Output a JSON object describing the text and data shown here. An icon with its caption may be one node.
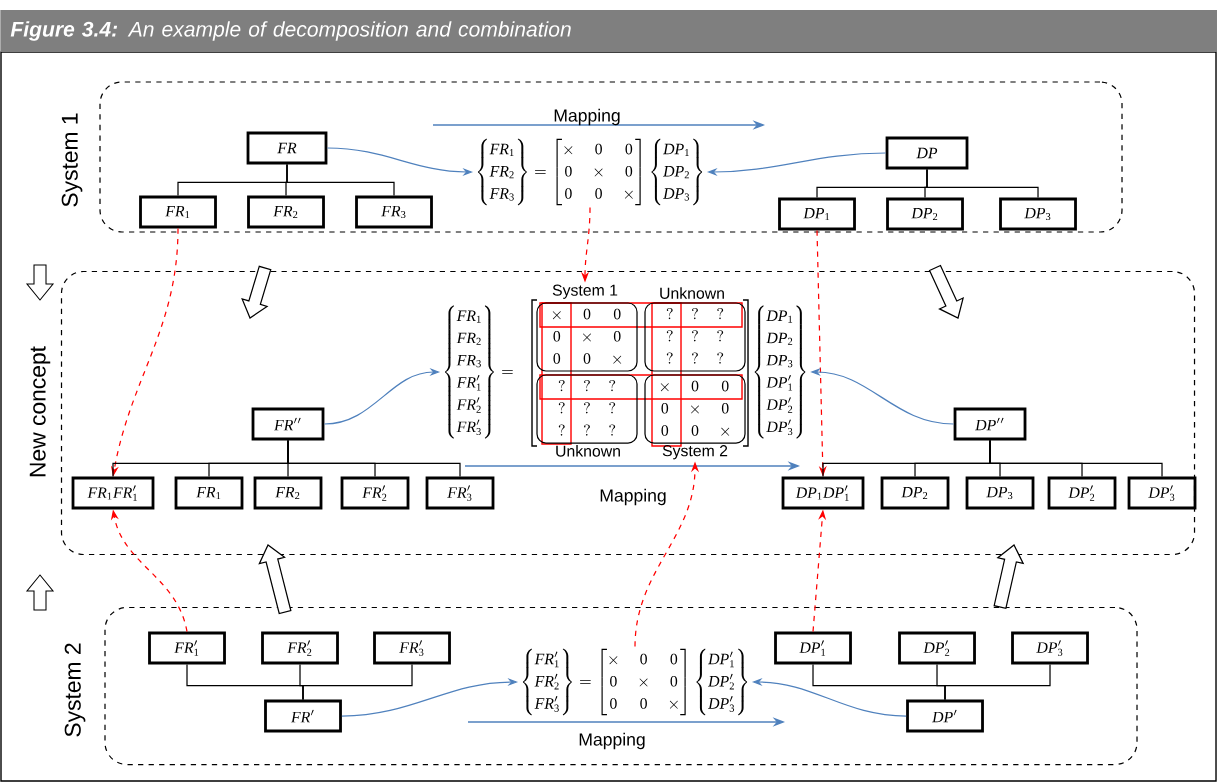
{
  "diagram": {
    "title": "**Figure 3.4:** An example of decomposition and combination",
    "nodes": [
      {
        "text": [
          "System 1"
        ]
      },
      {
        "text": [
          "FR"
        ],
        "in": 0
      },
      {
        "text": [
          "\\begin{Bmatrix}FR_1\\\\FR_2\\\\FR_3\\end{Bmatrix}=\\begin{bmatrix}\\times&0&0\\\\0&\\times&0\\\\0&0&\\times\\end{bmatrix}\\begin{Bmatrix}DP_1\\\\DP_2\\\\DP_3\\end{Bmatrix}"
        ],
        "in": 0
      },
      {
        "text": [
          "DP"
        ],
        "in": 0
      },
      {
        "text": [
          "FR_1"
        ],
        "in": 0
      },
      {
        "text": [
          "FR_2"
        ],
        "in": 0
      },
      {
        "text": [
          "FR_3"
        ],
        "in": 0
      },
      {
        "text": [
          "DP_1"
        ],
        "in": 0
      },
      {
        "text": [
          "DP_2"
        ],
        "in": 0
      },
      {
        "text": [
          "DP_3"
        ],
        "in": 0
      },
      {
        "text": [
          "New concept"
        ]
      },
      {
        "text": [
          "\\left\\{\\begin{matrix}FR_1\\\\FR_2\\\\FR_3\\\\FR'_1\\\\FR'_2\\\\FR'_3\\end{matrix}\\right\\}="
        ],
        "in": 10
      },
      {
        "text": [
          "\\begin{matrix}\\times&0&0\\\\0&\\times&0\\\\0&0&\\times\\end{matrix}"
        ],
        "beside": [
          "System 1"
        ],
        "in": 10
      },
      {
        "text": [
          "\\begin{matrix}?&?&?\\\\?&?&?\\\\?&?&?\\end{matrix}"
        ],
        "beside": [
          "Unknown"
        ],
        "in": 10
      },
      {
        "text": [
          "\\begin{matrix}?&?&?\\\\?&?&?\\\\?&?&?\\end{matrix}"
        ],
        "beside": [
          "Unknown"
        ],
        "in": 10
      },
      {
        "text": [
          "\\begin{matrix}\\times&0&0\\\\0&\\times&0\\\\0&0&\\times\\end{matrix}"
        ],
        "beside": [
          "System 2"
        ],
        "in": 10
      },
      {
        "text": [
          "\\left\\{\\begin{matrix}DP_1\\\\DP_2\\\\DP_3\\\\DP'_1\\\\DP'_2\\\\DP'_3\\end{matrix}\\right\\}"
        ],
        "in": 10
      },
      {
        "text": [
          "FR''"
        ],
        "in": 10
      },
      {
        "text": [
          "DP''"
        ],
        "in": 10
      },
      {
        "text": [
          "FR_1FR'_1"
        ],
        "in": 10
      },
      {
        "text": [
          "FR_1"
        ],
        "in": 10
      },
      {
        "text": [
          "FR_2"
        ],
        "in": 10
      },
      {
        "text": [
          "FR'_2"
        ],
        "in": 10
      },
      {
        "text": [
          "FR'_3"
        ],
        "in": 10
      },
      {
        "text": [
          "DP_1DP'_1"
        ],
        "in": 10
      },
      {
        "text": [
          "DP_2"
        ],
        "in": 10
      },
      {
        "text": [
          "DP_3"
        ],
        "in": 10
      },
      {
        "text": [
          "DP'_2"
        ],
        "in": 10
      },
      {
        "text": [
          "DP'_3"
        ],
        "in": 10
      },
      {
        "text": [
          "System 2"
        ]
      },
      {
        "text": [
          "FR'_1"
        ],
        "in": 29
      },
      {
        "text": [
          "FR'_2"
        ],
        "in": 29
      },
      {
        "text": [
          "FR'_3"
        ],
        "in": 29
      },
      {
        "text": [
          "\\begin{Bmatrix}FR'_1\\\\FR'_2\\\\FR'_3\\end{Bmatrix}=\\begin{bmatrix}\\times&0&0\\\\0&\\times&0\\\\0&0&\\times\\end{bmatrix}\\begin{Bmatrix}DP'_1\\\\DP'_2\\\\DP'_3\\end{Bmatrix}"
        ],
        "in": 29
      },
      {
        "text": [
          "DP'_1"
        ],
        "in": 29
      },
      {
        "text": [
          "DP'_2"
        ],
        "in": 29
      },
      {
        "text": [
          "DP'_3"
        ],
        "in": 29
      },
      {
        "text": [
          "FR'"
        ],
        "in": 29
      },
      {
        "text": [
          "DP'"
        ],
        "in": 29
      }
    ],
    "edges": [
      {
        "from": 1,
        "to": 4,
        "arrow": "none"
      },
      {
        "from": 1,
        "to": 5,
        "arrow": "none"
      },
      {
        "from": 1,
        "to": 6,
        "arrow": "none"
      },
      {
        "from": 3,
        "to": 7,
        "arrow": "none"
      },
      {
        "from": 3,
        "to": 8,
        "arrow": "none"
      },
      {
        "from": 3,
        "to": 9,
        "arrow": "none"
      },
      {
        "from": 1,
        "to": 2,
        "arrow": "to",
        "color": "#4f81bd"
      },
      {
        "from": 3,
        "to": 2,
        "arrow": "to",
        "color": "#4f81bd"
      },
      {
        "from": 0,
        "to": 10,
        "arrow": "to"
      },
      {
        "from": 0,
        "to": 10,
        "arrow": "to"
      },
      {
        "from": 2,
        "to": 12,
        "arrow": "to",
        "style": "dashed",
        "color": "#ff0000"
      },
      {
        "from": 4,
        "to": 19,
        "arrow": "to",
        "style": "dashed",
        "color": "#ff0000"
      },
      {
        "from": 7,
        "to": 24,
        "arrow": "to",
        "style": "dashed",
        "color": "#ff0000"
      },
      {
        "from": 17,
        "to": 19,
        "arrow": "none"
      },
      {
        "from": 17,
        "to": 20,
        "arrow": "none"
      },
      {
        "from": 17,
        "to": 21,
        "arrow": "none"
      },
      {
        "from": 17,
        "to": 22,
        "arrow": "none"
      },
      {
        "from": 17,
        "to": 23,
        "arrow": "none"
      },
      {
        "from": 18,
        "to": 24,
        "arrow": "none"
      },
      {
        "from": 18,
        "to": 25,
        "arrow": "none"
      },
      {
        "from": 18,
        "to": 26,
        "arrow": "none"
      },
      {
        "from": 18,
        "to": 27,
        "arrow": "none"
      },
      {
        "from": 18,
        "to": 28,
        "arrow": "none"
      },
      {
        "from": 17,
        "to": 11,
        "arrow": "to",
        "color": "#4f81bd"
      },
      {
        "from": 18,
        "to": 16,
        "arrow": "to",
        "color": "#4f81bd"
      },
      {
        "from": 30,
        "to": 19,
        "arrow": "to",
        "style": "dashed",
        "color": "#ff0000"
      },
      {
        "from": 34,
        "to": 24,
        "arrow": "to",
        "style": "dashed",
        "color": "#ff0000"
      },
      {
        "from": 33,
        "to": 15,
        "arrow": "to",
        "style": "dashed",
        "color": "#ff0000"
      },
      {
        "from": 29,
        "to": 10,
        "arrow": "to"
      },
      {
        "from": 29,
        "to": 10,
        "arrow": "to"
      },
      {
        "from": 37,
        "to": 30,
        "arrow": "none"
      },
      {
        "from": 37,
        "to": 31,
        "arrow": "none"
      },
      {
        "from": 37,
        "to": 32,
        "arrow": "none"
      },
      {
        "from": 38,
        "to": 34,
        "arrow": "none"
      },
      {
        "from": 38,
        "to": 35,
        "arrow": "none"
      },
      {
        "from": 38,
        "to": 36,
        "arrow": "none"
      },
      {
        "from": 37,
        "to": 33,
        "arrow": "to",
        "color": "#4f81bd"
      },
      {
        "from": 38,
        "to": 33,
        "arrow": "to",
        "color": "#4f81bd"
      }
    ],
    "labels": [
      "Mapping",
      "Mapping",
      "Mapping"
    ]
  }
}
